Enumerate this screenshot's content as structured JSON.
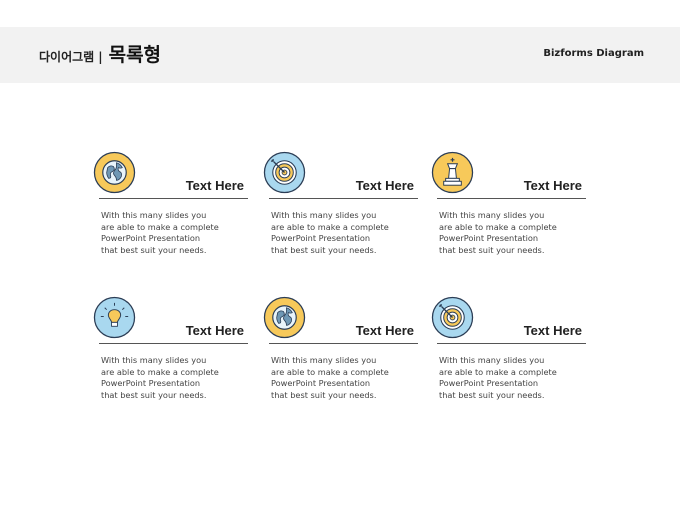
{
  "header": {
    "subtitle": "다이어그램",
    "separator": "|",
    "title": "목록형",
    "brand": "Bizforms Diagram"
  },
  "cards": [
    {
      "icon": "globe-icon",
      "title": "Text Here",
      "desc": "With this many slides you\nare able to make a complete\nPowerPoint Presentation\nthat best suit your needs."
    },
    {
      "icon": "target-icon",
      "title": "Text Here",
      "desc": "With this many slides you\nare able to make a complete\nPowerPoint Presentation\nthat best suit your needs."
    },
    {
      "icon": "chess-king-icon",
      "title": "Text Here",
      "desc": "With this many slides you\nare able to make a complete\nPowerPoint Presentation\nthat best suit your needs."
    },
    {
      "icon": "lightbulb-icon",
      "title": "Text Here",
      "desc": "With this many slides you\nare able to make a complete\nPowerPoint Presentation\nthat best suit your needs."
    },
    {
      "icon": "globe-icon",
      "title": "Text Here",
      "desc": "With this many slides you\nare able to make a complete\nPowerPoint Presentation\nthat best suit your needs."
    },
    {
      "icon": "target-icon",
      "title": "Text Here",
      "desc": "With this many slides you\nare able to make a complete\nPowerPoint Presentation\nthat best suit your needs."
    }
  ],
  "colors": {
    "yellow": "#f7c95a",
    "blue": "#a9d8ef",
    "outline": "#2b3d55",
    "header_bg": "#f2f2f2"
  }
}
